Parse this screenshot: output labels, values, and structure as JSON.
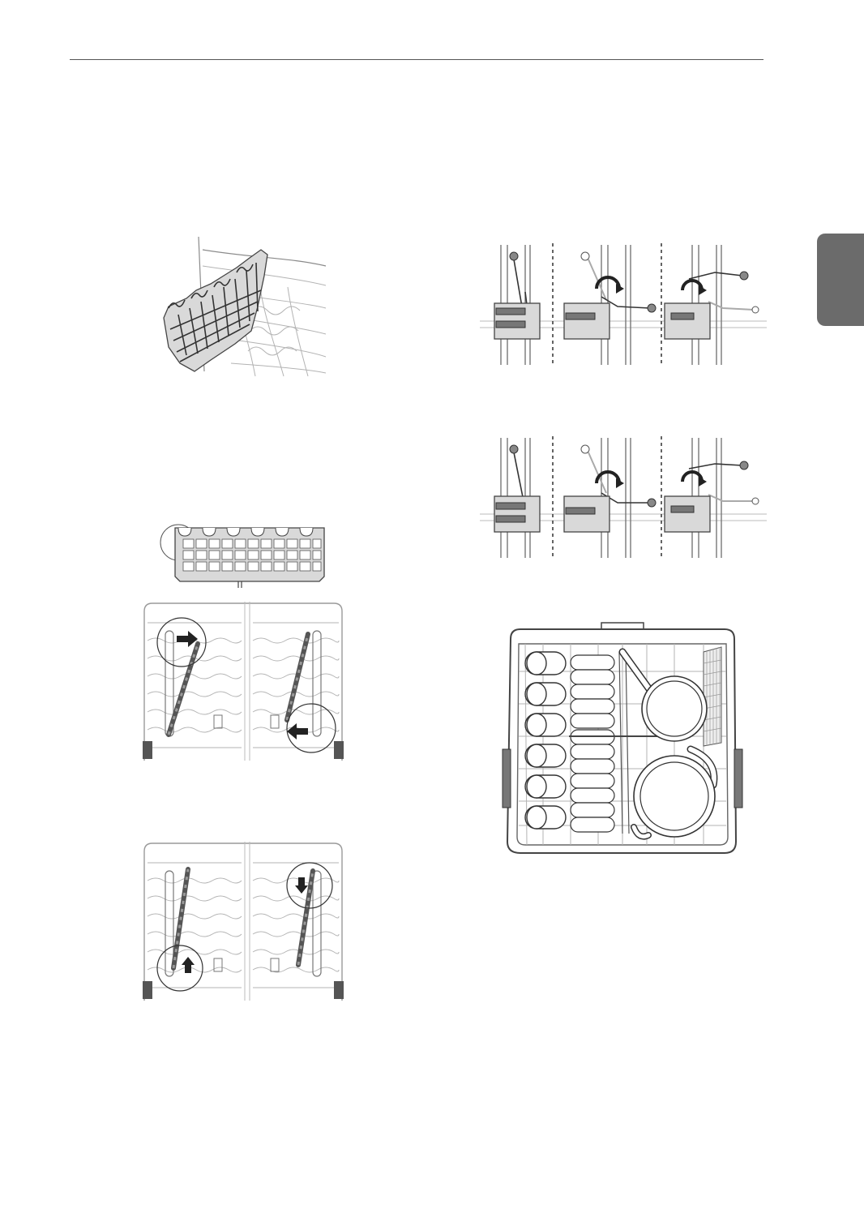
{
  "page": {
    "tab_color": "#6b6b6b",
    "rule_color": "#555555"
  },
  "figures": {
    "cutlery_basket": {
      "icon": "cutlery-basket-illustration"
    },
    "basket_front": {
      "icon": "basket-front-view-illustration"
    },
    "rack_arrows_horizontal": {
      "icon": "rack-top-view-arrows-horizontal"
    },
    "rack_arrows_vertical": {
      "icon": "rack-top-view-arrows-vertical"
    },
    "tine_fold_sequence_1": {
      "icon": "tine-fold-sequence"
    },
    "tine_fold_sequence_2": {
      "icon": "tine-fold-sequence"
    },
    "loaded_lower_rack": {
      "icon": "loaded-lower-rack-illustration"
    }
  }
}
